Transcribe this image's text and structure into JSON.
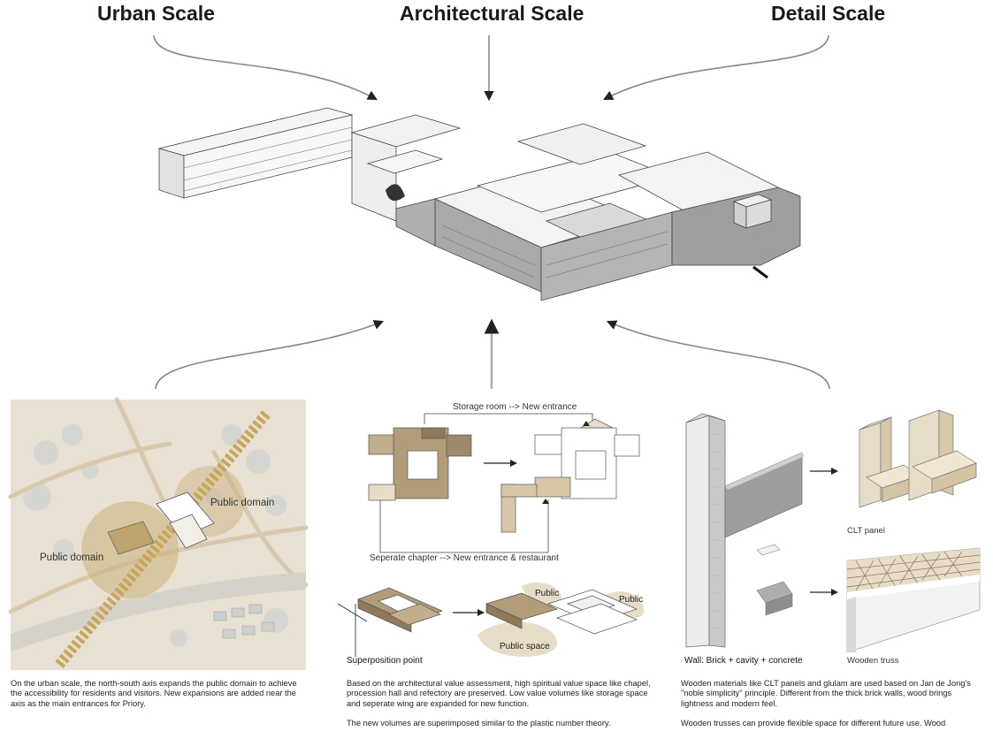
{
  "headings": {
    "urban": "Urban Scale",
    "architectural": "Architectural Scale",
    "detail": "Detail Scale"
  },
  "urban": {
    "label_left": "Public domain",
    "label_right": "Public domain",
    "description": "On the urban scale, the north-south axis expands the public domain to achieve the accessibility for residents and visitors. New expansions are added near the axis as the main entrances for Priory."
  },
  "architectural": {
    "top_connector_label": "Storage room --> New entrance",
    "bottom_connector_label": "Seperate chapter --> New entrance & restaurant",
    "public_label_1": "Public",
    "public_label_2": "Public",
    "public_space_label": "Public space",
    "superposition_label": "Superposition point",
    "description_1": "Based on the architectural value assessment, high spiritual value space like chapel, procession hall and refectory are preserved. Low value volumes like storage space and seperate wing are expanded for new function.",
    "description_2": "The new volumes are superimposed similar to the plastic number theory."
  },
  "detail": {
    "clt_label": "CLT panel",
    "truss_label": "Wooden truss",
    "wall_label": "Wall: Brick + cavity + concrete",
    "description_1": "Wooden materials like CLT panels and glulam are used based on Jan de Jong's \"noble simplicity\" principle. Different from the thick brick walls, wood brings lightness and modern feel.",
    "description_2": "Wooden trusses can provide flexible space for different future use. Wood"
  },
  "colors": {
    "brick_gray": "#9e9e9e",
    "wood_tan": "#b8a483",
    "wood_light": "#e6dcc7",
    "map_bg": "#e8e0d3",
    "public_domain": "#c9b07a"
  },
  "icons": {
    "arrow": "curved-arrow-icon",
    "flow": "flow-arrow-icon"
  }
}
